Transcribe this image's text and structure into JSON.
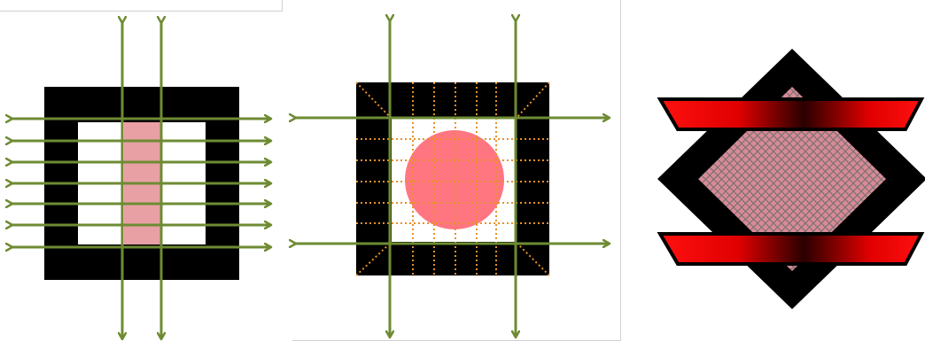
{
  "colors": {
    "background": "#ffffff",
    "core_black": "#000000",
    "window_white": "#ffffff",
    "arrow_green": "#6e8b33",
    "pink_sample": "#e8a0a4",
    "circle_pink": "#ff6f7a",
    "grid_orange": "#e8902a",
    "bar_red": "#ff1010",
    "bar_dark": "#2a0000",
    "hatch_fill": "#d98a96",
    "hatch_line": "#6f6f6f",
    "frame_gray": "#d0d0d0"
  },
  "panels": [
    {
      "id": "panel-a",
      "icon": "vertical-strip-field-lines-icon"
    },
    {
      "id": "panel-b",
      "icon": "circle-grid-field-lines-icon"
    },
    {
      "id": "panel-c",
      "icon": "diamond-hatched-red-bars-icon"
    }
  ]
}
